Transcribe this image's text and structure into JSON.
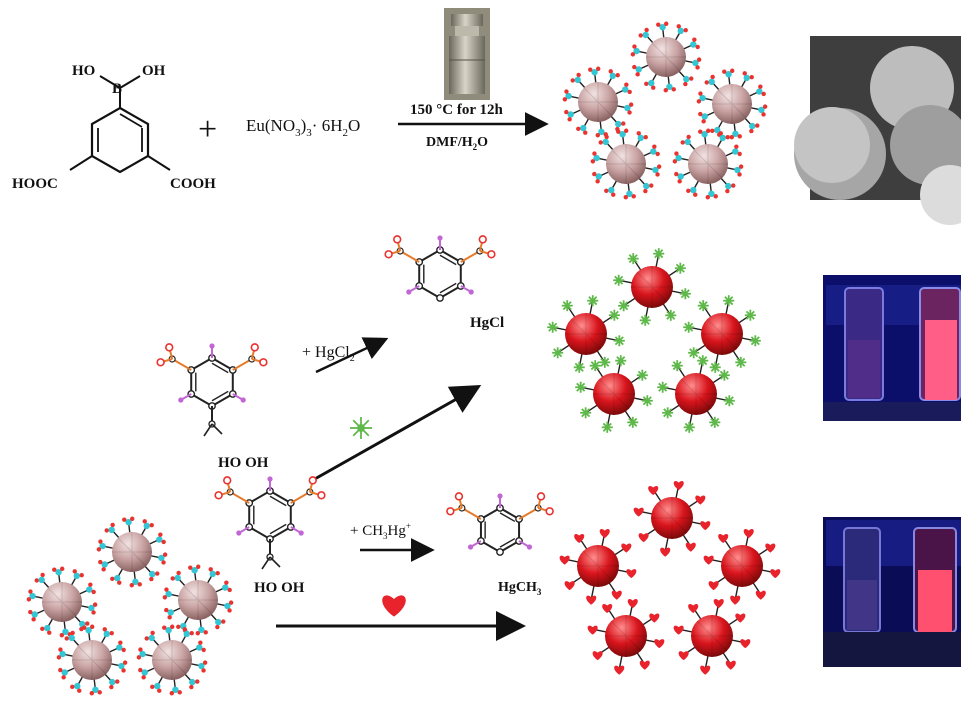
{
  "reaction_1": {
    "boronic_group": "HO   B   OH",
    "oh_left": "HO",
    "oh_right": "OH",
    "boron": "B",
    "cooh_left": "HOOC",
    "cooh_right": "COOH",
    "plus": "+",
    "metal_salt_main": "Eu(NO",
    "metal_salt_sub": "3",
    "metal_salt_rest": ")",
    "metal_salt_sub2": "3",
    "metal_salt_tail": "· 6H",
    "metal_salt_sub3": "2",
    "metal_salt_end": "O",
    "condition_top": "150 °C for 12h",
    "condition_bottom": "DMF/H",
    "condition_bottom_sub": "2",
    "condition_bottom_end": "O"
  },
  "reaction_2": {
    "reagent_main": "+ HgCl",
    "reagent_sub": "2",
    "product_label": "HgCl",
    "hydroxyl_label": "HO  OH"
  },
  "reaction_3": {
    "reagent_main": "+ CH",
    "reagent_sub": "3",
    "reagent_rest": "Hg",
    "reagent_sup": "+",
    "product_main": "HgCH",
    "product_sub": "3",
    "hydroxyl_label": "HO  OH"
  },
  "colors": {
    "pink_particle": "#c9a3a3",
    "red_particle": "#d8141c",
    "cyan_ligand": "#33c7d6",
    "ligand_red": "#e8332f",
    "green_star": "#5fb84a",
    "heart_red": "#e8232c",
    "bond_orange": "#e77a2a",
    "atom_purple": "#c266d6",
    "photo_dark": "#0b0f6a",
    "glow_pink": "#ff3b6b"
  },
  "icons": {
    "vessel": "autoclave-icon",
    "green_star": "green-star-icon",
    "heart": "heart-icon"
  }
}
